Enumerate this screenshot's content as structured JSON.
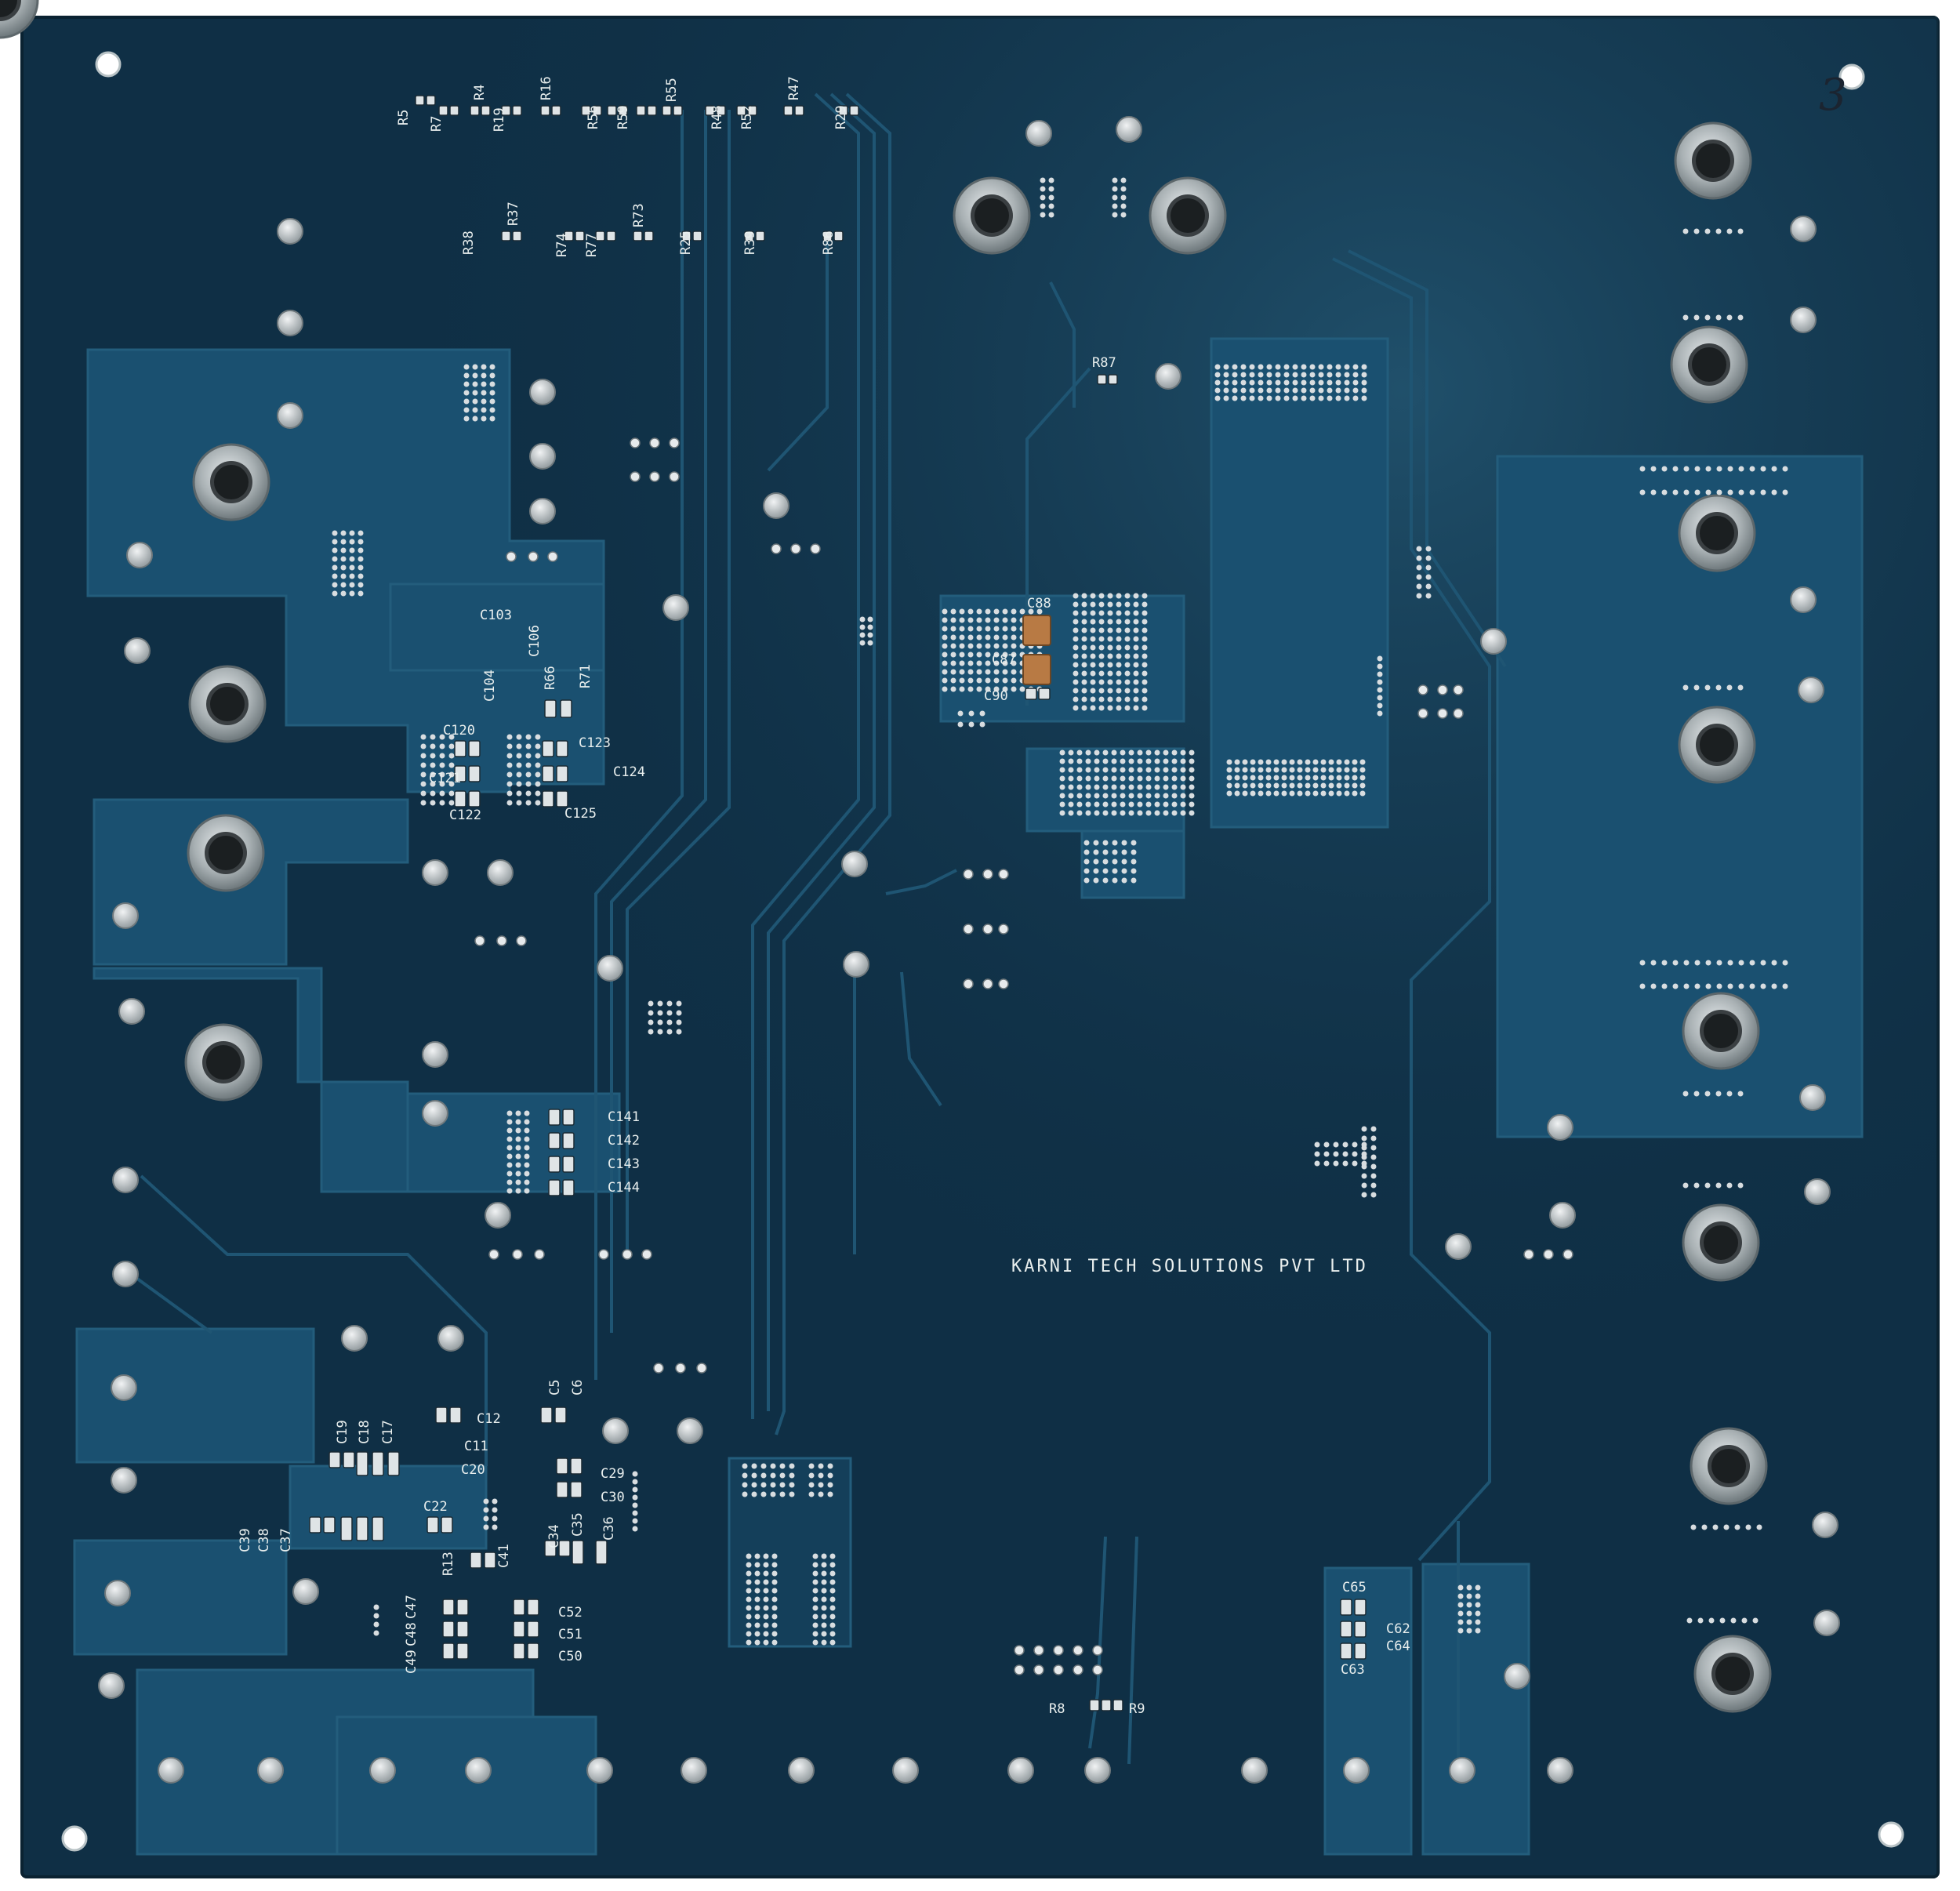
{
  "board": {
    "company_text": "KARNI TECH SOLUTIONS PVT LTD",
    "board_number": "3",
    "colors": {
      "background": "#ffffff",
      "pcb_dark": "#0f2f45",
      "pcb_copper_pour": "#1a5070",
      "silkscreen": "#e9efee",
      "pad_metal": "#c9ced0",
      "cap_orange": "#b87a44"
    }
  },
  "designators": {
    "top_resistors": [
      "R5",
      "R7",
      "R4",
      "R19",
      "R16",
      "R56",
      "R59",
      "R55",
      "R48",
      "R52",
      "R47",
      "R29"
    ],
    "second_row_resistors": [
      "R38",
      "R37",
      "R74",
      "R77",
      "R73",
      "R25",
      "R39",
      "R86"
    ],
    "mid_right": [
      "R87",
      "C88",
      "C87",
      "C90"
    ],
    "left_cluster": [
      "C103",
      "C106",
      "C104",
      "R66",
      "R71",
      "C120",
      "C123",
      "C124",
      "C121",
      "C122",
      "C125"
    ],
    "mid_caps": [
      "C141",
      "C142",
      "C143",
      "C144"
    ],
    "bottom_left": [
      "C5",
      "C6",
      "C12",
      "C11",
      "C20",
      "C19",
      "C18",
      "C17",
      "C22",
      "C29",
      "C30",
      "C34",
      "C35",
      "C36",
      "C39",
      "C38",
      "C37",
      "R13",
      "C41",
      "C47",
      "C48",
      "C49",
      "C52",
      "C51",
      "C50"
    ],
    "bottom_mid": [
      "R8",
      "R9"
    ],
    "bottom_right": [
      "C65",
      "C62",
      "C64",
      "C63"
    ]
  }
}
